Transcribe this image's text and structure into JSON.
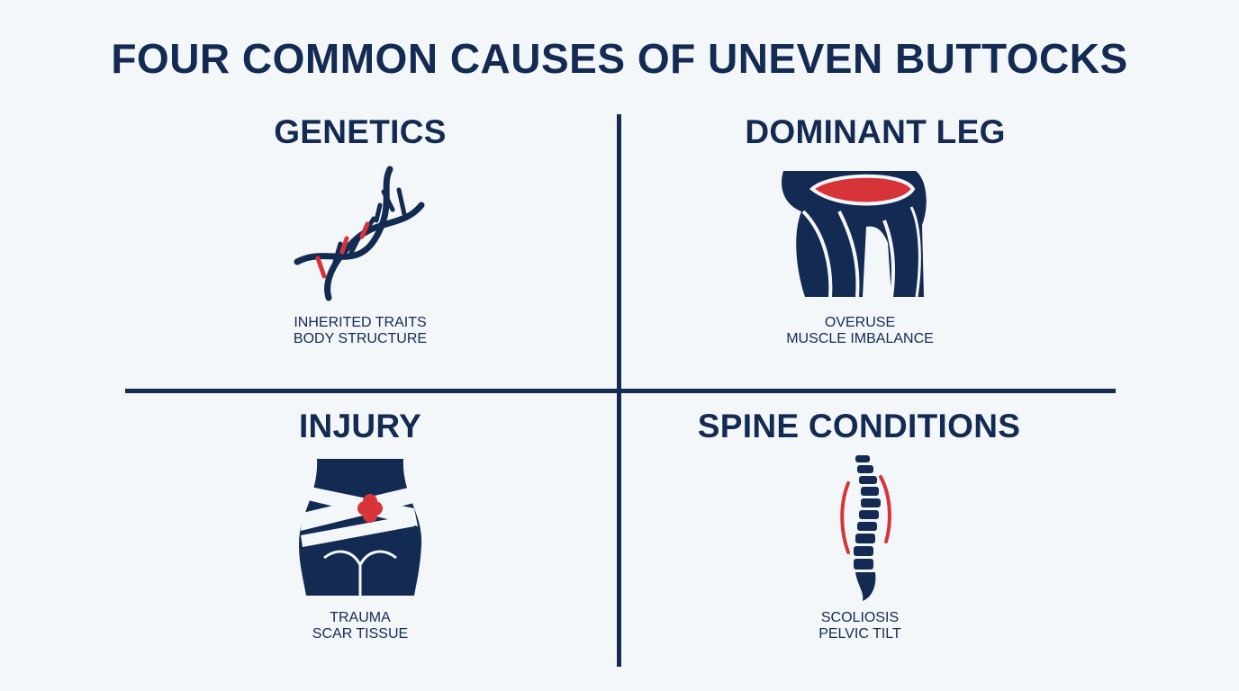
{
  "title": "FOUR COMMON CAUSES OF UNEVEN BUTTOCKS",
  "colors": {
    "navy": "#132a52",
    "red": "#d7343a",
    "background": "#f4f7fa"
  },
  "quadrants": [
    {
      "heading": "GENETICS",
      "lines": [
        "INHERITED TRAITS",
        "BODY STRUCTURE"
      ],
      "icon": "dna-icon"
    },
    {
      "heading": "DOMINANT LEG",
      "lines": [
        "OVERUSE",
        "MUSCLE IMBALANCE"
      ],
      "icon": "leg-muscle-icon"
    },
    {
      "heading": "INJURY",
      "lines": [
        "TRAUMA",
        "SCAR TISSUE"
      ],
      "icon": "bandaged-hips-icon"
    },
    {
      "heading": "SPINE CONDITIONS",
      "lines": [
        "SCOLIOSIS",
        "PELVIC TILT"
      ],
      "icon": "spine-icon"
    }
  ]
}
